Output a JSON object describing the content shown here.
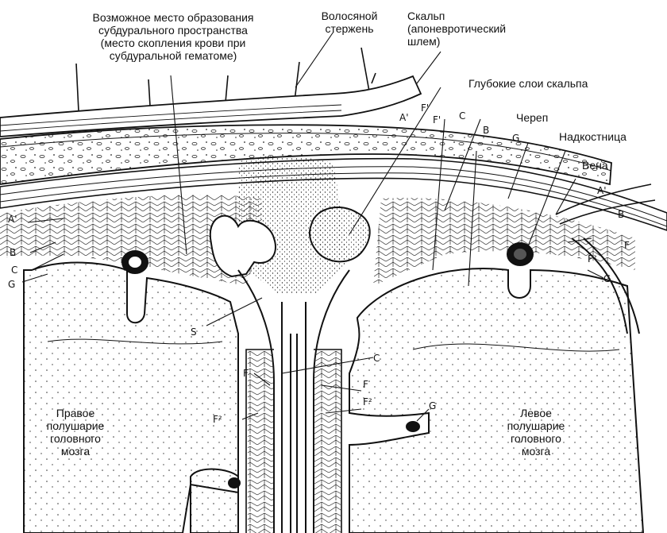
{
  "labels": {
    "subdural": "Возможное место образования\nсубдурального пространства\n(место скопления крови при\nсубдуральной гематоме)",
    "hair_shaft": "Волосяной\nстержень",
    "scalp": "Скальп\n(апоневротический\nшлем)",
    "deep_scalp": "Глубокие слои скальпа",
    "skull": "Череп",
    "periosteum": "Надкостница",
    "vein": "Вена",
    "right_hemisphere": "Правое\nполушарие\nголовного\nмозга",
    "left_hemisphere": "Левое\nполушарие\nголовного\nмозга"
  },
  "letters": {
    "a1_left": "A'",
    "b_left": "B",
    "c_left": "C",
    "g_left": "G",
    "a1_top": "A'",
    "f1_top_a": "F'",
    "f1_top_b": "F'",
    "c_top": "C",
    "b_top": "B",
    "g_top": "G",
    "a1_right": "A'",
    "b_right": "B",
    "f_right": "F",
    "f2_right": "F²",
    "g_right": "G",
    "s_mid": "S",
    "c_mid": "C",
    "f_mid_l": "F",
    "f_mid_r": "F",
    "f2_mid_l": "F²",
    "f2_mid_r": "F²",
    "g_mid": "G"
  },
  "colors": {
    "ink": "#111111",
    "paper": "#ffffff",
    "stipple": "#333333"
  }
}
